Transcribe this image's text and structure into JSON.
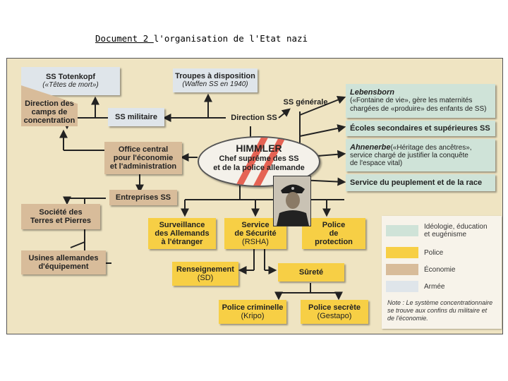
{
  "caption": {
    "prefix": "Document 2 ",
    "title": "l'organisation de l'Etat nazi"
  },
  "colors": {
    "ideologie": "#cfe3d8",
    "police": "#f7cf45",
    "economie": "#d8bc9a",
    "armee": "#dfe5ea",
    "background": "#efe4c2"
  },
  "center": {
    "name": "HIMMLER",
    "line1": "Chef suprême des SS",
    "line2": "et de la police allemande"
  },
  "nodes": {
    "totenkopf": {
      "title": "SS Totenkopf",
      "sub": "(«Têtes de mort»)"
    },
    "direction_camps": {
      "l1": "Direction des",
      "l2": "camps de",
      "l3": "concentration"
    },
    "troupes": {
      "title": "Troupes à disposition",
      "sub": "(Waffen SS en 1940)"
    },
    "ss_militaire": "SS militaire",
    "direction_ss": "Direction SS",
    "ss_generale": "SS générale",
    "office": {
      "l1": "Office central",
      "l2": "pour l'économie",
      "l3": "et l'administration"
    },
    "entreprises": "Entreprises SS",
    "societe": {
      "l1": "Société des",
      "l2": "Terres et Pierres"
    },
    "usines": {
      "l1": "Usines allemandes",
      "l2": "d'équipement"
    },
    "lebensborn": {
      "title": "Lebensborn",
      "l1": "(«Fontaine de vie», gère les maternités",
      "l2": "chargées de «produire» des enfants de SS)"
    },
    "ecoles": "Écoles secondaires et supérieures SS",
    "ahnenerbe": {
      "title": "Ahnenerbe",
      "l1": "(«Héritage des ancêtres»,",
      "l2": "service chargé de justifier la conquête",
      "l3": "de l'espace vital)"
    },
    "service_peuplement": "Service du peuplement et de la race",
    "surveillance": {
      "l1": "Surveillance",
      "l2": "des Allemands",
      "l3": "à l'étranger"
    },
    "service_securite": {
      "l1": "Service",
      "l2": "de Sécurité",
      "l3": "(RSHA)"
    },
    "police_protection": {
      "l1": "Police",
      "l2": "de",
      "l3": "protection"
    },
    "renseignement": {
      "l1": "Renseignement",
      "l2": "(SD)"
    },
    "surete": "Sûreté",
    "police_criminelle": {
      "l1": "Police criminelle",
      "l2": "(Kripo)"
    },
    "police_secrete": {
      "l1": "Police secrète",
      "l2": "(Gestapo)"
    }
  },
  "legend": {
    "items": [
      {
        "l1": "Idéologie, éducation",
        "l2": "et eugénisme"
      },
      {
        "l1": "Police"
      },
      {
        "l1": "Économie"
      },
      {
        "l1": "Armée"
      }
    ],
    "note": "Note : Le système concentrationnaire se trouve aux confins du militaire et de l'économie."
  }
}
